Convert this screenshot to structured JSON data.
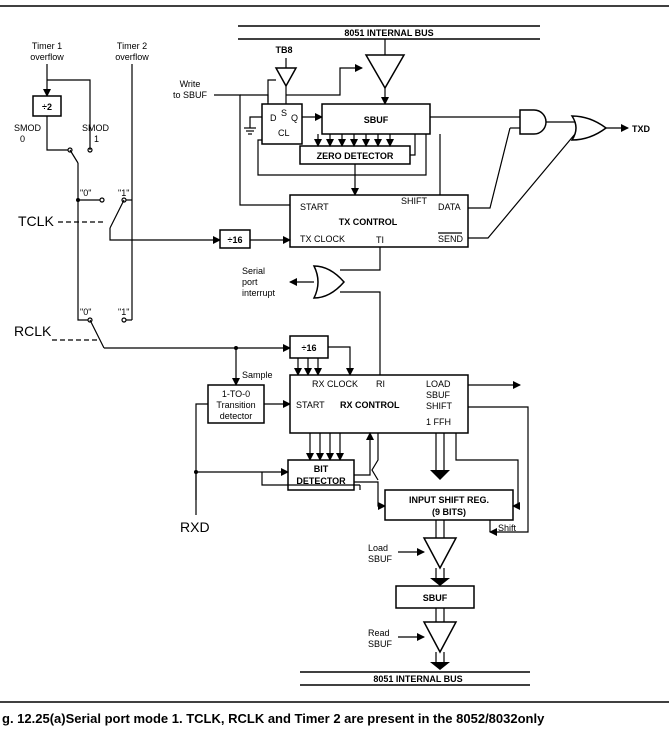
{
  "bus": {
    "top": "8051 INTERNAL BUS",
    "bottom": "8051 INTERNAL BUS"
  },
  "timers": {
    "timer1": [
      "Timer 1",
      "overflow"
    ],
    "timer2": [
      "Timer 2",
      "overflow"
    ],
    "div2": "÷2",
    "smod0": [
      "SMOD",
      "0"
    ],
    "smod1": [
      "SMOD",
      "1"
    ],
    "tclk_0": "\"0\"",
    "tclk_1": "\"1\"",
    "tclk": "TCLK",
    "rclk_0": "\"0\"",
    "rclk_1": "\"1\"",
    "rclk": "RCLK"
  },
  "tx": {
    "tb8": "TB8",
    "write_sbuf": [
      "Write",
      "to SBUF"
    ],
    "d": "D",
    "s": "S",
    "q": "Q",
    "cl": "CL",
    "sbuf": "SBUF",
    "zero_detector": "ZERO DETECTOR",
    "txd": "TXD",
    "div16": "÷16",
    "control": {
      "title": "TX CONTROL",
      "start": "START",
      "shift": "SHIFT",
      "data": "DATA",
      "tx_clock": "TX CLOCK",
      "ti": "TI",
      "send": "SEND"
    },
    "serial_interrupt": [
      "Serial",
      "port",
      "interrupt"
    ]
  },
  "rx": {
    "div16": "÷16",
    "sample": "Sample",
    "transition": [
      "1-TO-0",
      "Transition",
      "detector"
    ],
    "control": {
      "title": "RX CONTROL",
      "rx_clock": "RX CLOCK",
      "ri": "RI",
      "start": "START",
      "load": "LOAD",
      "sbuf": "SBUF",
      "shift": "SHIFT",
      "ffh": "1 FFH"
    },
    "bit_detector": [
      "BIT",
      "DETECTOR"
    ],
    "input_shift": [
      "INPUT SHIFT REG.",
      "(9 BITS)"
    ],
    "shift": "Shift",
    "rxd": "RXD",
    "load_sbuf": [
      "Load",
      "SBUF"
    ],
    "sbuf": "SBUF",
    "read_sbuf": [
      "Read",
      "SBUF"
    ]
  },
  "caption": "g. 12.25(a)Serial port mode 1. TCLK, RCLK and Timer 2 are present in the 8052/8032only"
}
